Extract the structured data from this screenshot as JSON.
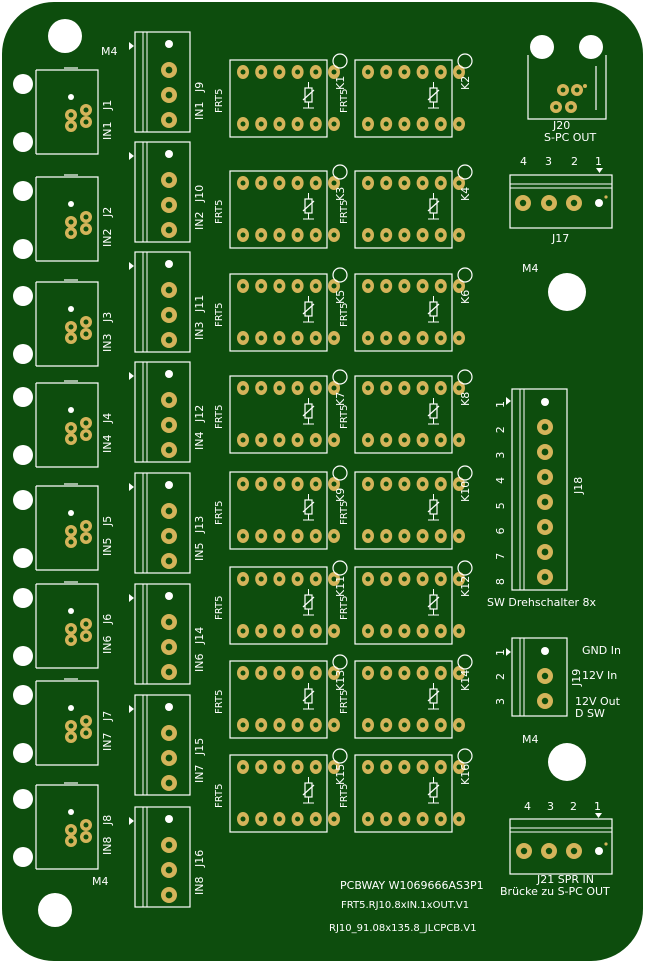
{
  "colors": {
    "board": "#0d4d0d",
    "hole": "#ffffff",
    "pad": "#d4b45a",
    "silk": "#ffffff"
  },
  "mounting_labels": {
    "m4_top": "M4",
    "m4_right_mid": "M4",
    "m4_right_low": "M4",
    "m4_bottom": "M4"
  },
  "inputs": [
    {
      "in": "IN1",
      "j": "J1",
      "term": "J9"
    },
    {
      "in": "IN2",
      "j": "J2",
      "term": "J10"
    },
    {
      "in": "IN3",
      "j": "J3",
      "term": "J11"
    },
    {
      "in": "IN4",
      "j": "J4",
      "term": "J12"
    },
    {
      "in": "IN5",
      "j": "J5",
      "term": "J13"
    },
    {
      "in": "IN6",
      "j": "J6",
      "term": "J14"
    },
    {
      "in": "IN7",
      "j": "J7",
      "term": "J15"
    },
    {
      "in": "IN8",
      "j": "J8",
      "term": "J16"
    }
  ],
  "terminal_side_labels": [
    "IN1",
    "IN2",
    "IN3",
    "IN4",
    "IN5",
    "IN6",
    "IN7",
    "IN8"
  ],
  "relays": [
    [
      "K1",
      "K2"
    ],
    [
      "K3",
      "K4"
    ],
    [
      "K5",
      "K6"
    ],
    [
      "K7",
      "K8"
    ],
    [
      "K9",
      "K10"
    ],
    [
      "K11",
      "K12"
    ],
    [
      "K13",
      "K14"
    ],
    [
      "K15",
      "K16"
    ]
  ],
  "relay_type": "FRT5",
  "j20": {
    "ref": "J20",
    "label": "S-PC OUT"
  },
  "j17": {
    "ref": "J17",
    "pins": [
      "4",
      "3",
      "2",
      "1"
    ]
  },
  "j18": {
    "ref": "J18",
    "label": "SW Drehschalter 8x",
    "pins": [
      "1",
      "2",
      "3",
      "4",
      "5",
      "6",
      "7",
      "8"
    ]
  },
  "j19": {
    "ref": "J19",
    "pins": [
      "1",
      "2",
      "3"
    ],
    "labels": [
      "GND In",
      "12V In",
      "12V Out",
      "D SW"
    ]
  },
  "j21": {
    "ref": "J21 SPR IN",
    "pins": [
      "4",
      "3",
      "2",
      "1"
    ],
    "label": "Brücke zu S-PC OUT"
  },
  "footer": {
    "line1": "PCBWAY W1069666AS3P1",
    "line2": "FRT5.RJ10.8xIN.1xOUT.V1",
    "line3": "RJ10_91.08x135.8_JLCPCB.V1"
  }
}
